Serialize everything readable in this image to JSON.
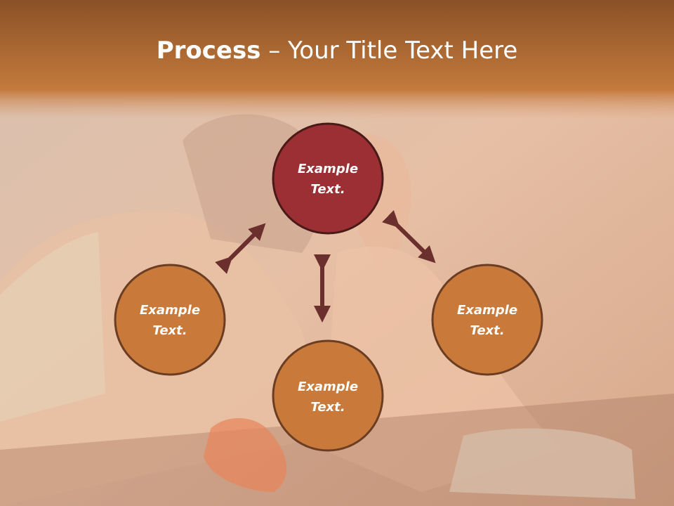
{
  "title": {
    "bold": "Process",
    "rest": " – Your Title Text Here"
  },
  "nodes": [
    {
      "id": "top",
      "line1": "Example",
      "line2": "Text."
    },
    {
      "id": "left",
      "line1": "Example",
      "line2": "Text."
    },
    {
      "id": "bottom",
      "line1": "Example",
      "line2": "Text."
    },
    {
      "id": "right",
      "line1": "Example",
      "line2": "Text."
    }
  ],
  "colors": {
    "header": "#b8692f",
    "top_node": "#9b2f33",
    "node": "#c97a3a",
    "node_border": "#6b3d22",
    "arrow": "#6b2f2d"
  }
}
